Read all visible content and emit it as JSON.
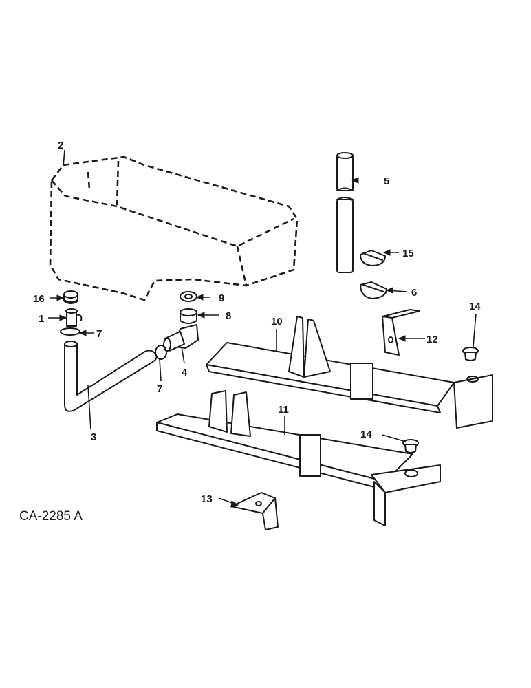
{
  "drawing_number": "CA-2285 A",
  "callouts": {
    "c1": "1",
    "c2": "2",
    "c3": "3",
    "c4": "4",
    "c5": "5",
    "c6": "6",
    "c7a": "7",
    "c7b": "7",
    "c8": "8",
    "c9": "9",
    "c10": "10",
    "c11": "11",
    "c12": "12",
    "c13": "13",
    "c14a": "14",
    "c14b": "14",
    "c15": "15",
    "c16": "16"
  }
}
